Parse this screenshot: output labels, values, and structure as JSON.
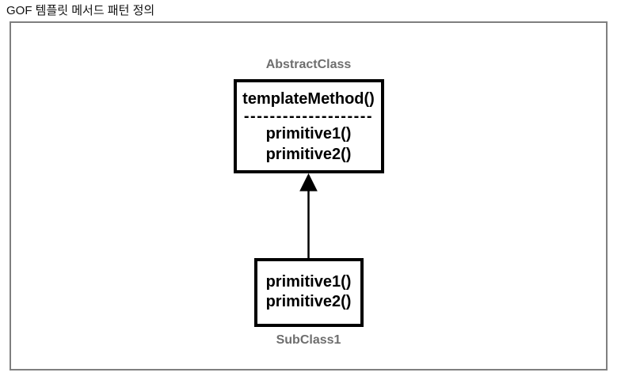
{
  "page": {
    "title": "GOF 템플릿 메서드 패턴 정의"
  },
  "diagram": {
    "abstract_class": {
      "label": "AbstractClass",
      "template_method": "templateMethod()",
      "divider": "--------------------",
      "primitives": [
        "primitive1()",
        "primitive2()"
      ]
    },
    "sub_class": {
      "label": "SubClass1",
      "primitives": [
        "primitive1()",
        "primitive2()"
      ]
    },
    "relationship": "inheritance-arrow-up",
    "colors": {
      "label_gray": "#6e6e6e",
      "box_border": "#000000",
      "frame_border": "#7f7f7f",
      "background": "#ffffff"
    }
  }
}
